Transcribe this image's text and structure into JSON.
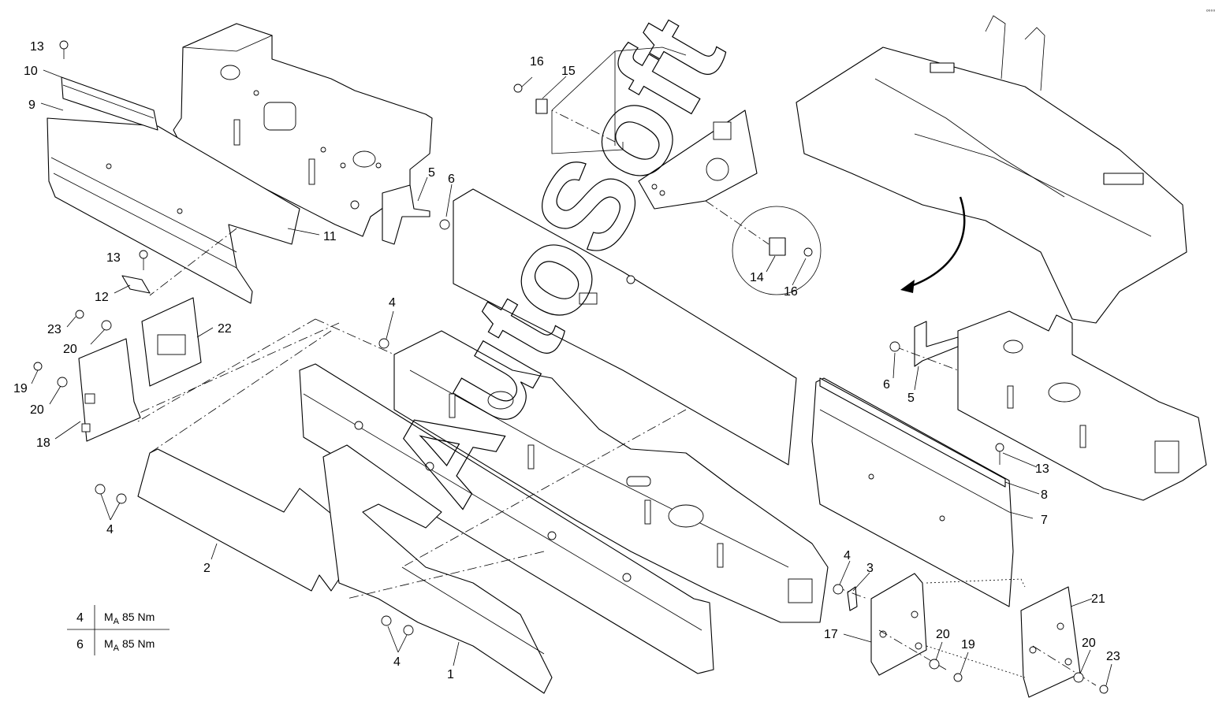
{
  "page_id": "ₒ₀₀₀",
  "watermark": "AutoSoft",
  "callouts": {
    "c1": "1",
    "c2": "2",
    "c3": "3",
    "c4a": "4",
    "c4b": "4",
    "c4c": "4",
    "c5a": "5",
    "c5b": "5",
    "c6a": "6",
    "c6b": "6",
    "c7": "7",
    "c8": "8",
    "c9": "9",
    "c10": "10",
    "c11": "11",
    "c12": "12",
    "c13a": "13",
    "c13b": "13",
    "c13c": "13",
    "c14": "14",
    "c15": "15",
    "c16a": "16",
    "c16b": "16",
    "c17": "17",
    "c18": "18",
    "c19a": "19",
    "c19b": "19",
    "c20a": "20",
    "c20b": "20",
    "c20c": "20",
    "c20d": "20",
    "c21": "21",
    "c22": "22",
    "c23a": "23",
    "c23b": "23"
  },
  "torque_table": {
    "rows": [
      {
        "part": "4",
        "symbol": "M",
        "subscript": "A",
        "value": "85 Nm"
      },
      {
        "part": "6",
        "symbol": "M",
        "subscript": "A",
        "value": "85 Nm"
      }
    ]
  }
}
